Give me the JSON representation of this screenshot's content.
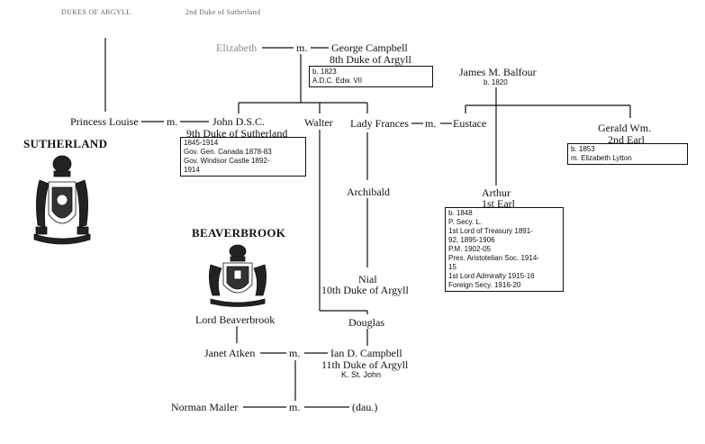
{
  "header": {
    "left_text": "DUKES OF ARGYLL",
    "right_text": "2nd Duke of Sutherland"
  },
  "people": {
    "elizabeth": "Elizabeth",
    "george_campbell": "George Campbell",
    "george_title": "8th Duke of Argyll",
    "james_balfour": "James M. Balfour",
    "james_born": "b. 1820",
    "princess_louise": "Princess Louise",
    "john": "John D.S.C.",
    "john_title": "9th Duke of Sutherland",
    "walter": "Walter",
    "lady_frances": "Lady Frances",
    "eustace": "Eustace",
    "gerald": "Gerald Wm.",
    "gerald_title": "2nd Earl",
    "archibald": "Archibald",
    "arthur": "Arthur",
    "arthur_title": "1st Earl",
    "nial": "Nial",
    "nial_title": "10th Duke of Argyll",
    "lord_beaverbrook": "Lord Beaverbrook",
    "douglas": "Douglas",
    "janet": "Janet Atken",
    "ian": "Ian D. Campbell",
    "ian_title": "11th Duke of Argyll",
    "ian_sub": "K. St. John",
    "norman": "Norman Mailer",
    "dau": "(dau.)"
  },
  "marriage_label": "m.",
  "boxes": {
    "george": [
      "b. 1823",
      "A.D.C. Edw. VII"
    ],
    "john": [
      "1845-1914",
      "Gov. Gen. Canada 1878-83",
      "Gov. Windsor Castle 1892-",
      "1914"
    ],
    "gerald": [
      "b. 1853",
      "m. Elizabeth Lytton"
    ],
    "arthur": [
      "b. 1848",
      "P. Secy. L.",
      "1st Lord of Treasury 1891-",
      "92, 1895-1906",
      "P.M. 1902-05",
      "Pres. Aristotelian Soc. 1914-",
      "15",
      "1st Lord Admiralty 1915-16",
      "Foreign Secy. 1916-20"
    ]
  },
  "headings": {
    "sutherland": "SUTHERLAND",
    "beaverbrook": "BEAVERBROOK"
  },
  "crests": {
    "sutherland": "sutherland-crest-icon",
    "beaverbrook": "beaverbrook-crest-icon"
  }
}
